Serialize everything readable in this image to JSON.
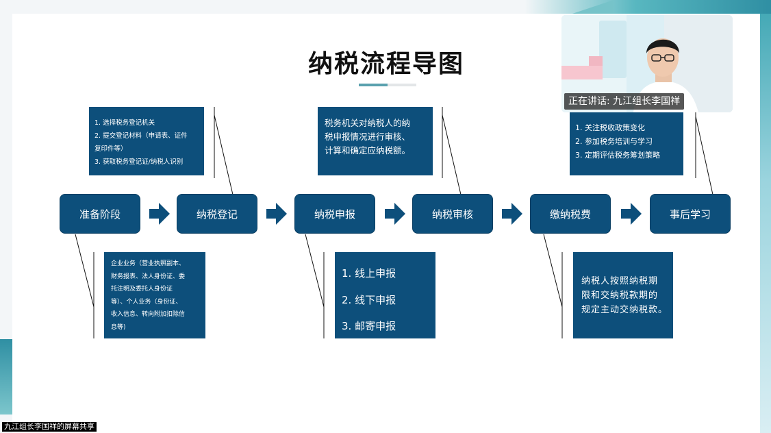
{
  "slide": {
    "title": "纳税流程导图",
    "stages": [
      "准备阶段",
      "纳税登记",
      "纳税申报",
      "纳税审核",
      "缴纳税费",
      "事后学习"
    ],
    "registration_steps": [
      "1. 选择税务登记机关",
      "2. 提交登记材料（申请表、证件",
      "复印件等）",
      " 3. 获取税务登记证/纳税人识别"
    ],
    "audit_note": [
      "税务机关对纳税人的纳",
      "税申报情况进行审核、",
      "计算和确定应纳税额。"
    ],
    "learning_steps": [
      "1. 关注税收政策变化",
      "2. 参加税务培训与学习",
      "3. 定期评估税务筹划策略"
    ],
    "preparation_materials": [
      "企业业务（营业执照副本、",
      "财务报表、法人身份证、委",
      "托注明及委托人身份证",
      "等）、个人业务（身份证、",
      "收入信息、转向附加扣除信",
      "息等)"
    ],
    "filing_methods": [
      "1.  线上申报",
      "2.  线下申报",
      "3.  邮寄申报"
    ],
    "payment_note": [
      "纳税人按照纳税期",
      "限和交纳税款期的",
      "规定主动交纳税款。"
    ]
  },
  "video": {
    "speaker_label": "正在讲话: 九江组长李国祥"
  },
  "share_label": "九江组长李国祥的屏幕共享",
  "colors": {
    "box_fill": "#0d4f7b",
    "accent_teal": "#5aa1ae",
    "background": "#ffffff"
  },
  "icons": [
    "right-arrow-icon"
  ]
}
